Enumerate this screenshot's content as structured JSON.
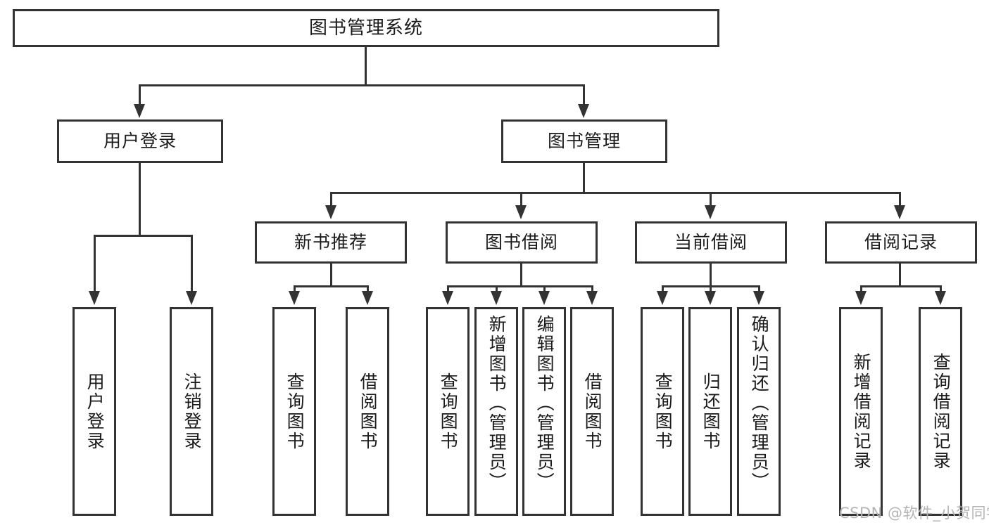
{
  "diagram": {
    "title": "图书管理系统",
    "type": "tree-hierarchy",
    "root": {
      "label": "图书管理系统"
    },
    "level2": [
      {
        "label": "用户登录"
      },
      {
        "label": "图书管理"
      }
    ],
    "level3": [
      {
        "label": "新书推荐"
      },
      {
        "label": "图书借阅"
      },
      {
        "label": "当前借阅"
      },
      {
        "label": "借阅记录"
      }
    ],
    "leaves": {
      "user_login": [
        {
          "label": "用户登录"
        },
        {
          "label": "注销登录"
        }
      ],
      "new_book_recommend": [
        {
          "label": "查询图书"
        },
        {
          "label": "借阅图书"
        }
      ],
      "book_borrow": [
        {
          "label": "查询图书"
        },
        {
          "label": "新增图书（管理员）"
        },
        {
          "label": "编辑图书（管理员）"
        },
        {
          "label": "借阅图书"
        }
      ],
      "current_borrow": [
        {
          "label": "查询图书"
        },
        {
          "label": "归还图书"
        },
        {
          "label": "确认归还（管理员）"
        }
      ],
      "borrow_record": [
        {
          "label": "新增借阅记录"
        },
        {
          "label": "查询借阅记录"
        }
      ]
    }
  },
  "watermark": {
    "text": "CSDN @软件_小贺同学"
  },
  "colors": {
    "stroke": "#333333",
    "background": "#ffffff",
    "text": "#1a1a1a",
    "watermark": "#b4b4b4"
  }
}
